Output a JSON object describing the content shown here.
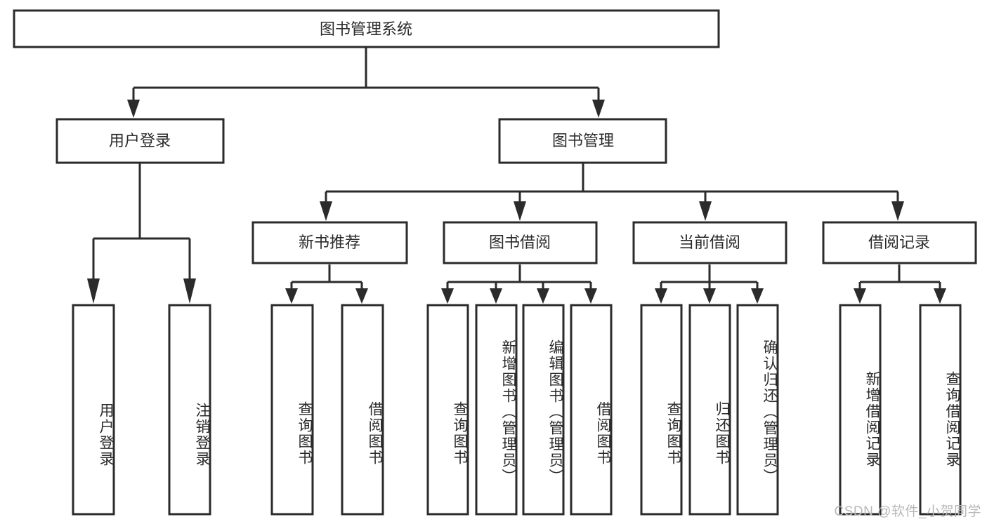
{
  "diagram": {
    "title": "图书管理系统",
    "type": "tree-hierarchy",
    "root": {
      "label": "图书管理系统",
      "level": 0
    },
    "level1": [
      {
        "label": "用户登录"
      },
      {
        "label": "图书管理"
      }
    ],
    "level2": [
      {
        "label": "新书推荐"
      },
      {
        "label": "图书借阅"
      },
      {
        "label": "当前借阅"
      },
      {
        "label": "借阅记录"
      }
    ],
    "leaves": {
      "user_login": [
        {
          "label": "用户登录"
        },
        {
          "label": "注销登录"
        }
      ],
      "new_book_recommend": [
        {
          "label": "查询图书"
        },
        {
          "label": "借阅图书"
        }
      ],
      "book_borrow": [
        {
          "label": "查询图书"
        },
        {
          "label": "新增图书（管理员）"
        },
        {
          "label": "编辑图书（管理员）"
        },
        {
          "label": "借阅图书"
        }
      ],
      "current_borrow": [
        {
          "label": "查询图书"
        },
        {
          "label": "归还图书"
        },
        {
          "label": "确认归还（管理员）"
        }
      ],
      "borrow_records": [
        {
          "label": "新增借阅记录"
        },
        {
          "label": "查询借阅记录"
        }
      ]
    }
  },
  "watermark": {
    "text": "CSDN @软件_小贺同学"
  },
  "colors": {
    "stroke": "#2b2b2b",
    "fill": "#ffffff",
    "text": "#2b2b2b",
    "watermark": "#b8b8b8"
  }
}
